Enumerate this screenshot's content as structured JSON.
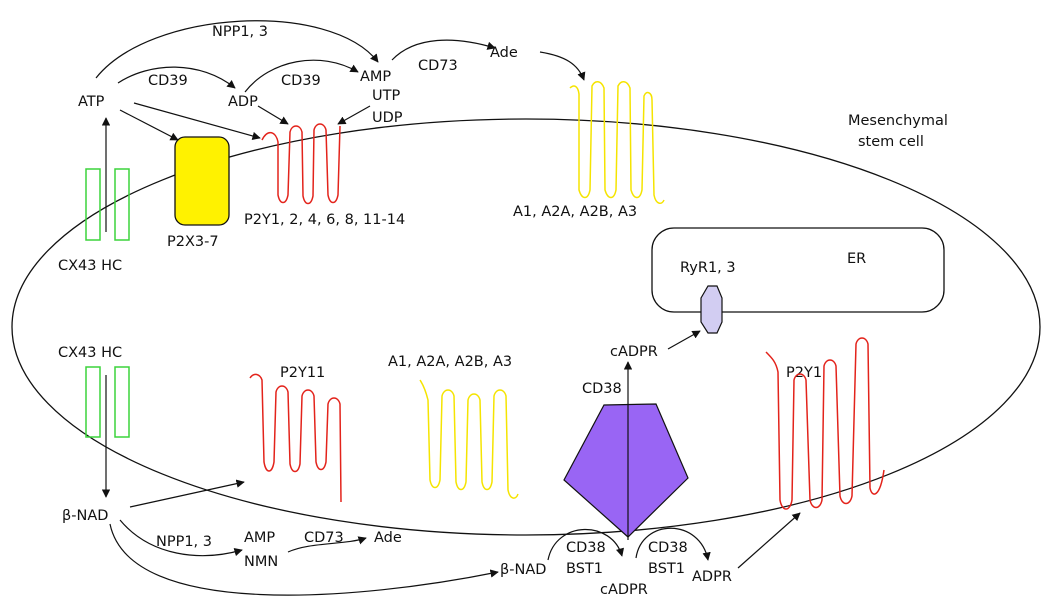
{
  "colors": {
    "red_receptor": "#e3231b",
    "yellow_receptor": "#f5e400",
    "green_channel": "#3bd43b",
    "p2x_fill": "#fff200",
    "cd38_fill": "#9965f4",
    "ryr_fill": "#d2cdf2",
    "line": "#111111"
  },
  "cell": {
    "name": "Mesenchymal stem cell"
  },
  "er": {
    "label": "ER"
  },
  "top": {
    "atp": "ATP",
    "npp": "NPP1, 3",
    "cd39_a": "CD39",
    "cd39_b": "CD39",
    "adp": "ADP",
    "amp": "AMP",
    "cd73": "CD73",
    "ade": "Ade",
    "utp": "UTP",
    "udp": "UDP",
    "cx43": "CX43 HC",
    "p2x": "P2X3-7",
    "p2y": "P2Y1, 2, 4, 6, 8, 11-14",
    "a_receptors": "A1, A2A, A2B, A3"
  },
  "bottom": {
    "cx43": "CX43 HC",
    "bnad": "β-NAD",
    "p2y11": "P2Y11",
    "a_receptors": "A1, A2A, A2B, A3",
    "cd38": "CD38",
    "cadpr_top": "cADPR",
    "ryr": "RyR1, 3",
    "p2y1": "P2Y1",
    "npp": "NPP1, 3",
    "amp": "AMP",
    "nmn": "NMN",
    "cd73": "CD73",
    "ade": "Ade",
    "bnad2": "β-NAD",
    "cd38_left": "CD38",
    "bst1_left": "BST1",
    "cadpr_bottom": "cADPR",
    "cd38_right": "CD38",
    "bst1_right": "BST1",
    "adpr": "ADPR"
  }
}
